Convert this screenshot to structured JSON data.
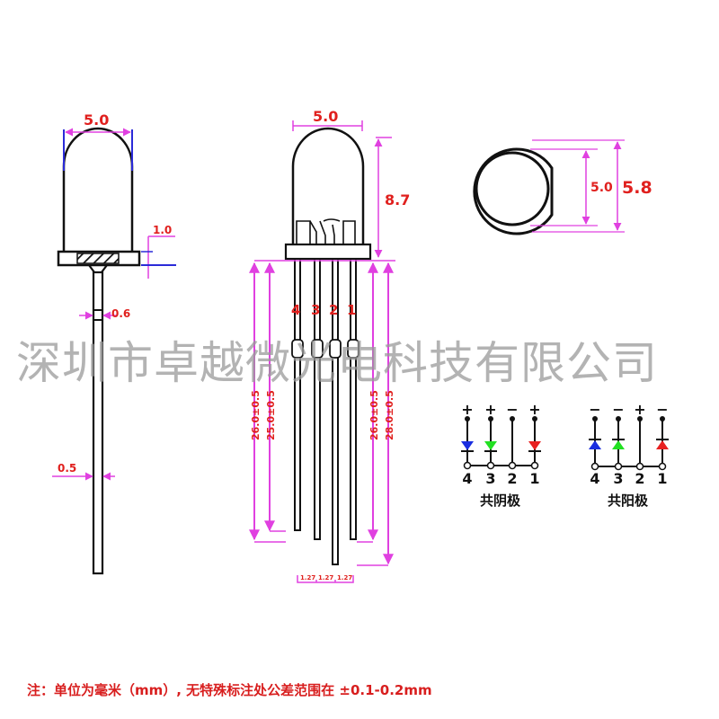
{
  "colors": {
    "dimension_line": "#e040e0",
    "dimension_text": "#e0201e",
    "outline": "#111111",
    "blue_led": "#1a2ee0",
    "green_led": "#22e022",
    "red_led": "#e82020",
    "watermark": "#9a9a9a"
  },
  "side_view": {
    "width_label": "5.0",
    "flange_label": "1.0",
    "neck_label": "0.6",
    "lead_label": "0.5"
  },
  "front_view": {
    "width_label": "5.0",
    "height_label": "8.7",
    "pin_numbers": [
      "4",
      "3",
      "2",
      "1"
    ],
    "lead_lengths": {
      "left_outer": "26.0±0.5",
      "left_inner": "25.0±0.5",
      "right_inner": "26.0±0.5",
      "right_outer": "28.0±0.5"
    },
    "pitch_labels": [
      "1.27",
      "1.27",
      "1.27"
    ]
  },
  "top_view": {
    "inner_label": "5.0",
    "outer_label": "5.8"
  },
  "common_cathode": {
    "title": "共阴极",
    "polarities": [
      "+",
      "+",
      "−",
      "+"
    ],
    "pins": [
      "4",
      "3",
      "2",
      "1"
    ],
    "leds": [
      "blue",
      "green",
      "none",
      "red"
    ]
  },
  "common_anode": {
    "title": "共阳极",
    "polarities": [
      "−",
      "−",
      "+",
      "−"
    ],
    "pins": [
      "4",
      "3",
      "2",
      "1"
    ],
    "leds": [
      "blue",
      "green",
      "none",
      "red"
    ]
  },
  "watermark": "深圳市卓越微光电科技有限公司",
  "note": "注：单位为毫米（mm）, 无特殊标注处公差范围在 ±0.1-0.2mm"
}
